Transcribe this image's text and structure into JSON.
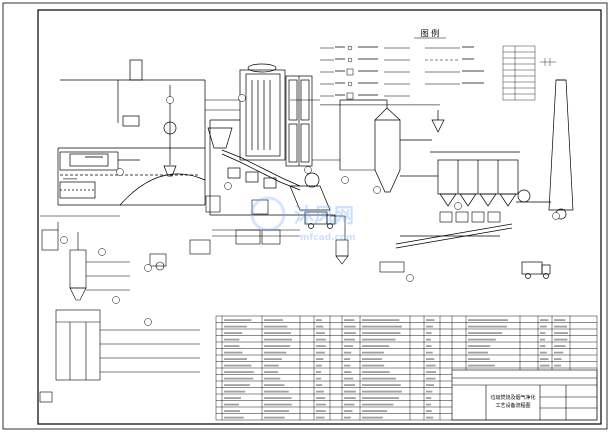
{
  "legend": {
    "title": "图 例"
  },
  "watermark": {
    "site_brand": "沐风网",
    "text": "mfcad.com"
  },
  "title_block": {
    "drawing_title_line1": "垃圾焚烧及烟气净化",
    "drawing_title_line2": "工艺设备流程图"
  },
  "colors": {
    "line": "#000000",
    "background": "#ffffff",
    "watermark": "#6fa8ff"
  }
}
